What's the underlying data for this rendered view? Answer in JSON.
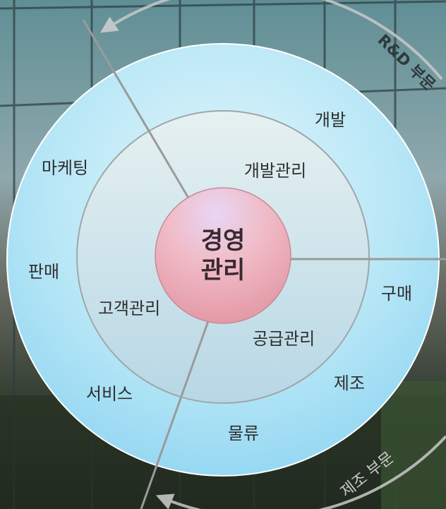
{
  "center": {
    "line1": "경영",
    "line2": "관리"
  },
  "inner_ring": {
    "top": "개발관리",
    "left": "고객관리",
    "right": "공급관리"
  },
  "outer_ring": {
    "dev": "개발",
    "marketing": "마케팅",
    "sales": "판매",
    "purchase": "구매",
    "manufacture": "제조",
    "service": "서비스",
    "logistics": "물류"
  },
  "arc_labels": {
    "rnd": "R&D 부문",
    "manufacturing": "제조 부문"
  },
  "colors": {
    "outer_ring": "#bfe9f6",
    "inner_ring": "#d6ebef",
    "center": "#f0b8c4",
    "divider": "#9a9a9a",
    "arc": "#c8c8c8"
  }
}
